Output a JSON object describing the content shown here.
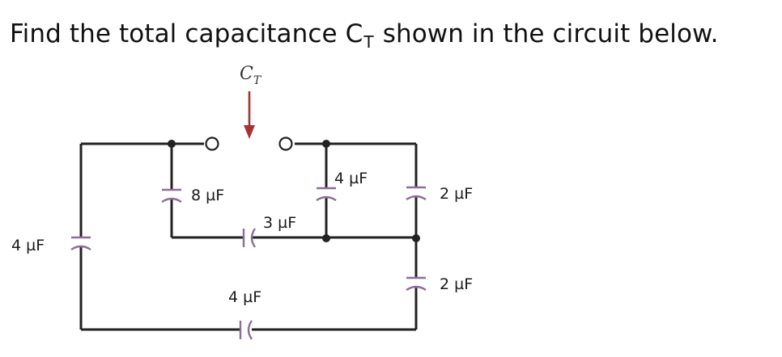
{
  "question": {
    "prefix": "Find the total capacitance C",
    "subscript": "T",
    "suffix": " shown in the circuit below."
  },
  "circuit": {
    "total_label": "C",
    "total_label_sub": "T",
    "capacitors": [
      {
        "id": "c-left",
        "value": "4 µF"
      },
      {
        "id": "c-8",
        "value": "8 µF"
      },
      {
        "id": "c-3",
        "value": "3 µF"
      },
      {
        "id": "c-4-upper",
        "value": "4 µF"
      },
      {
        "id": "c-2-top",
        "value": "2 µF"
      },
      {
        "id": "c-2-bottom",
        "value": "2 µF"
      },
      {
        "id": "c-4-bottom",
        "value": "4 µF"
      }
    ],
    "colors": {
      "wire": "#222222",
      "capacitor": "#8e6d96",
      "arrow": "#a83232"
    }
  }
}
